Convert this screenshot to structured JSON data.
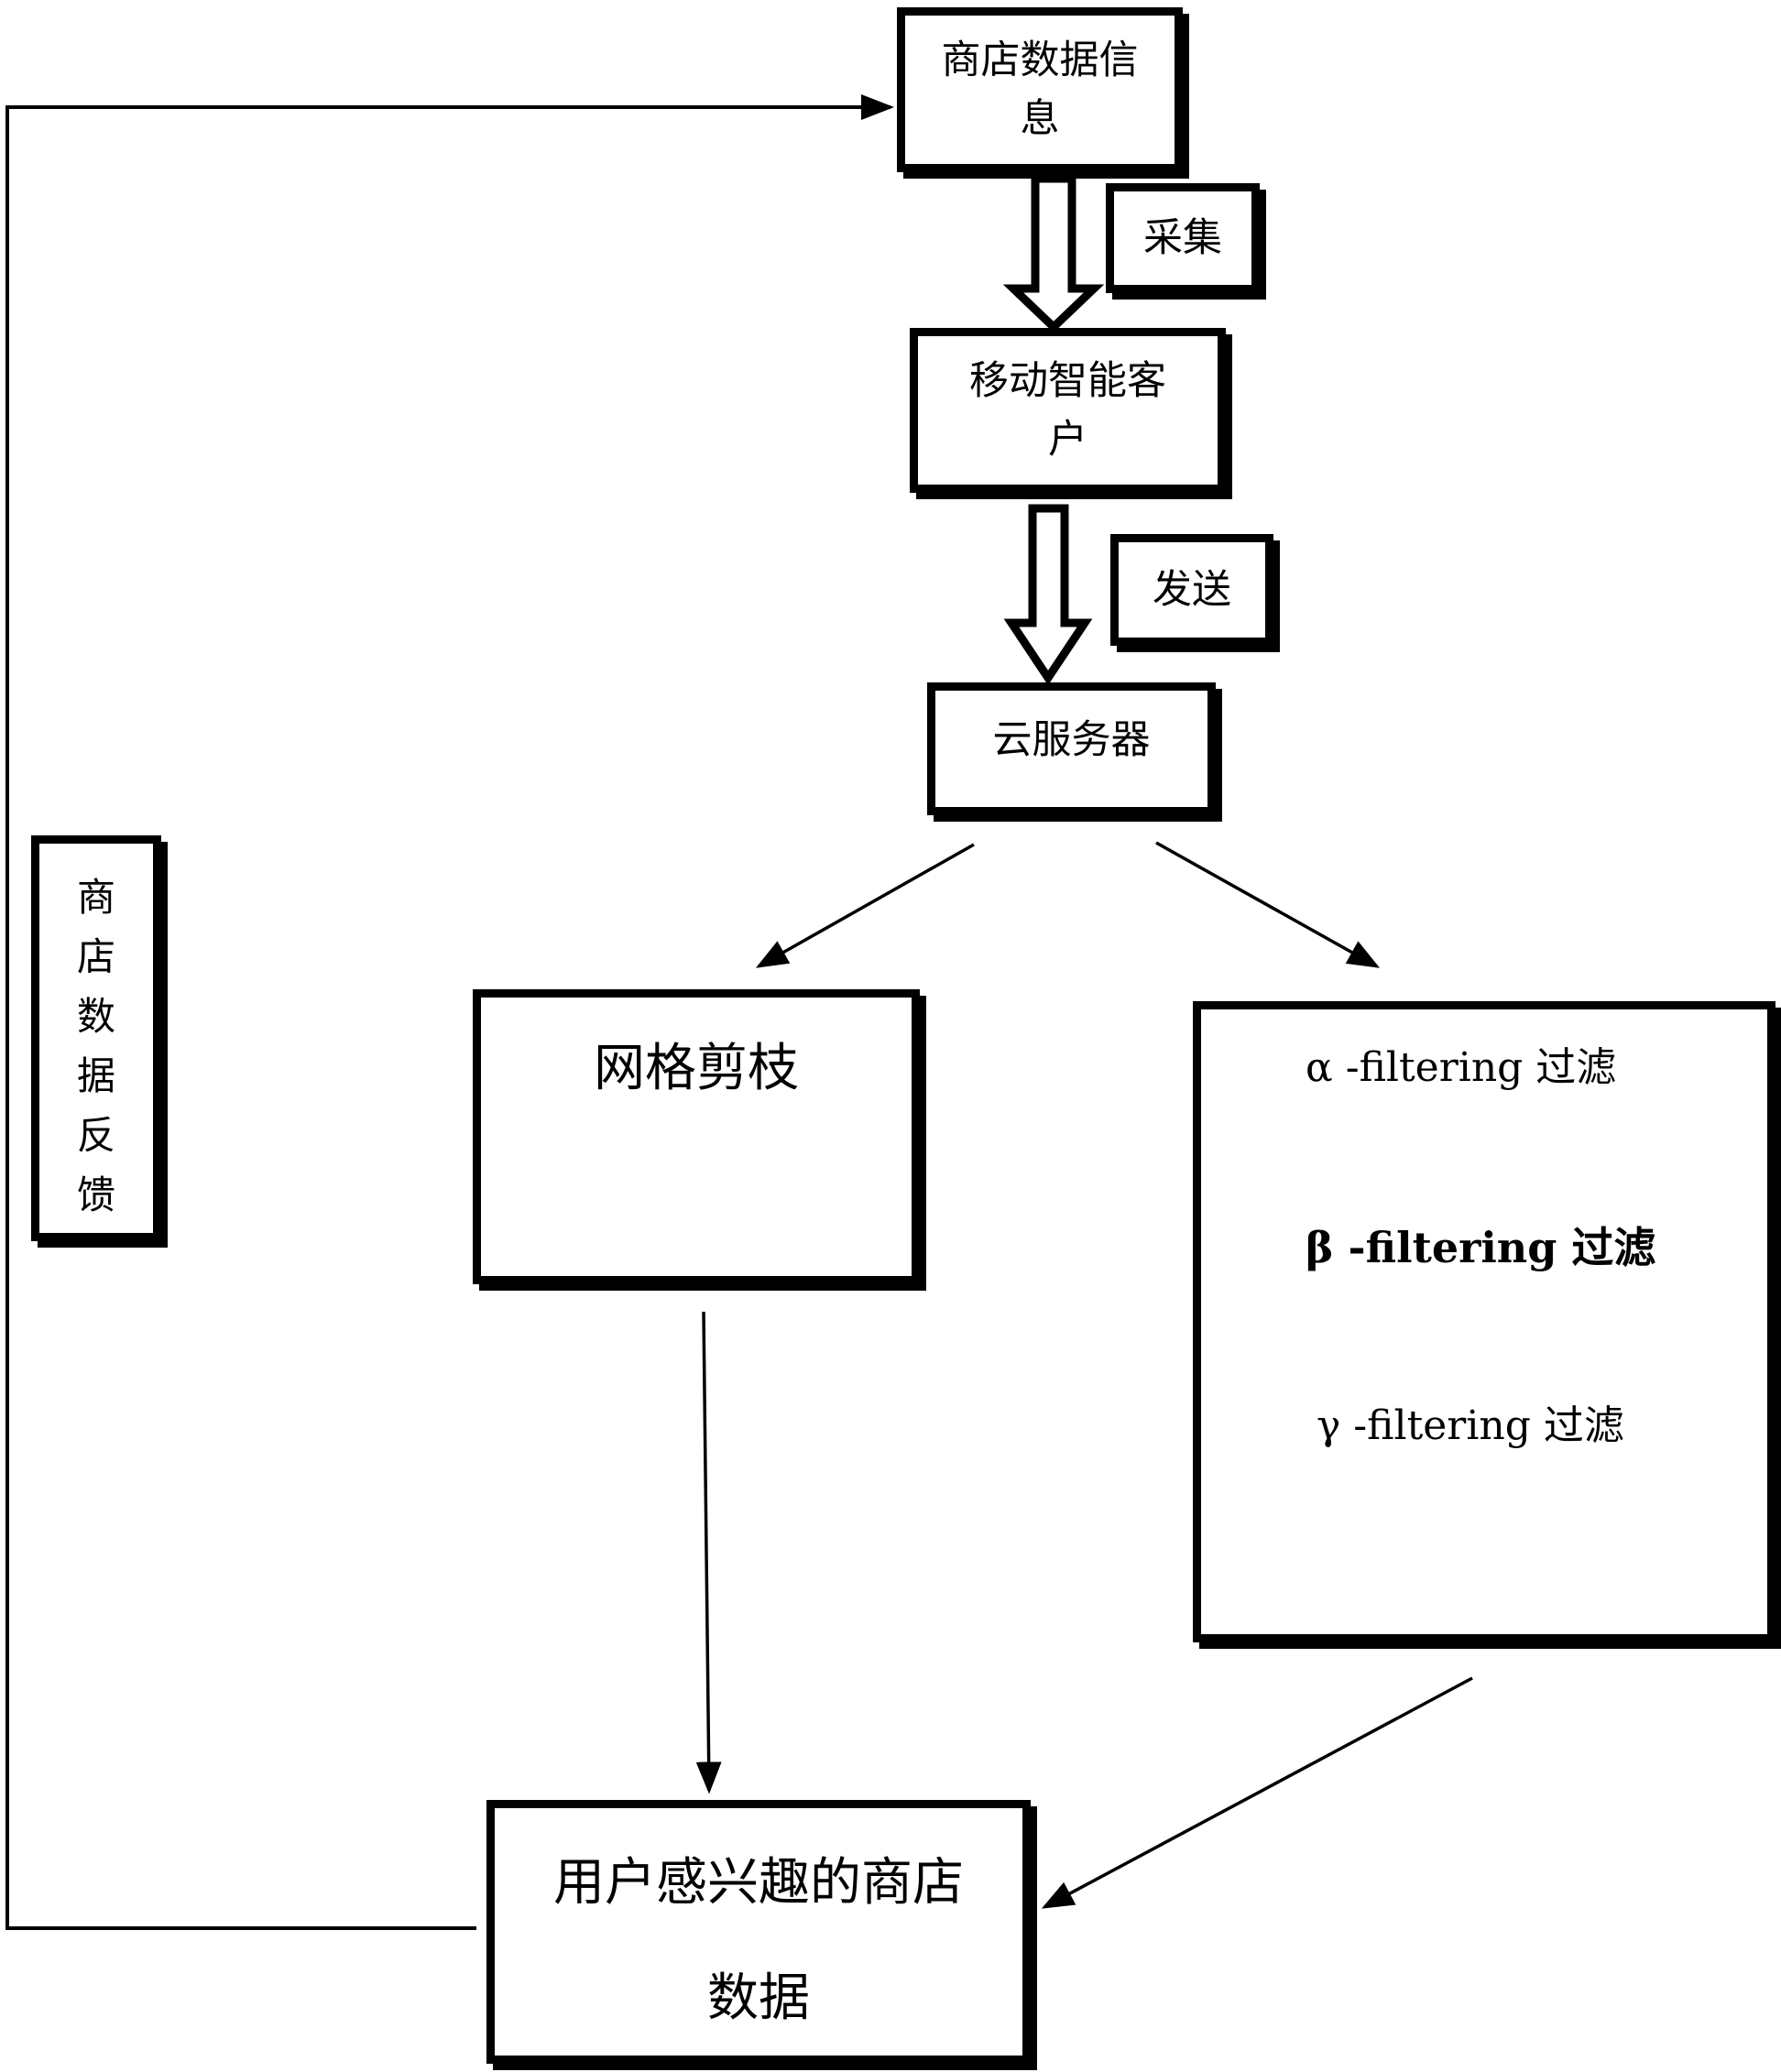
{
  "nodes": {
    "store_data_info": {
      "line1": "商店数据信",
      "line2": "息"
    },
    "collect_label": "采集",
    "mobile_client": {
      "line1": "移动智能客",
      "line2": "户"
    },
    "send_label": "发送",
    "cloud_server": "云服务器",
    "grid_pruning": "网格剪枝",
    "filtering": {
      "alpha": "α -filtering 过滤",
      "beta": "β -filtering 过滤",
      "gamma": "γ -filtering 过滤"
    },
    "interested_stores": {
      "line1": "用户感兴趣的商店",
      "line2": "数据"
    },
    "feedback": [
      "商",
      "店",
      "数",
      "据",
      "反",
      "馈"
    ]
  }
}
